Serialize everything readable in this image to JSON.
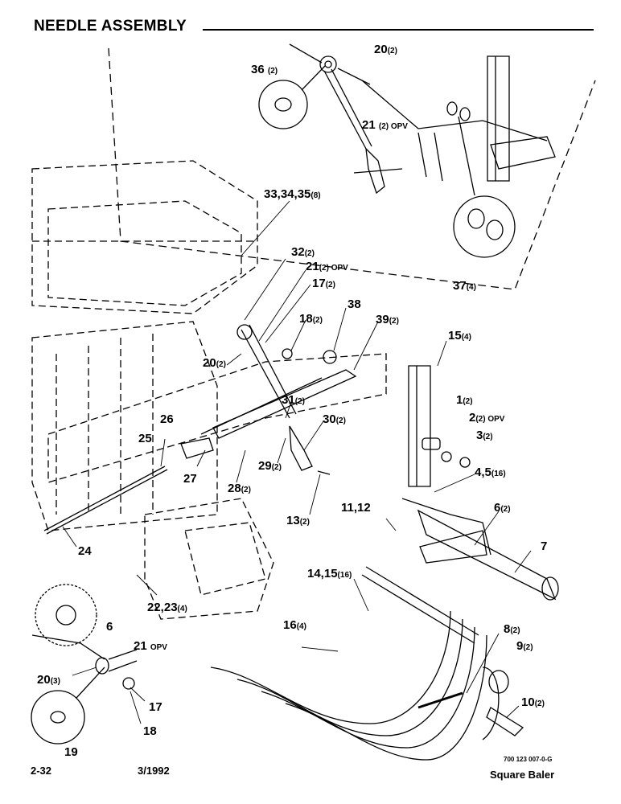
{
  "header": {
    "title": "NEEDLE ASSEMBLY"
  },
  "callouts": [
    {
      "num": "36",
      "qty": "(2)"
    },
    {
      "num": "20",
      "qty": "(2)"
    },
    {
      "num": "21",
      "qty": "(2) OPV"
    },
    {
      "num": "33,34,35",
      "qty": "(8)"
    },
    {
      "num": "37",
      "qty": "(4)"
    },
    {
      "num": "32",
      "qty": "(2)"
    },
    {
      "num": "21",
      "qty": "(2) OPV"
    },
    {
      "num": "17",
      "qty": "(2)"
    },
    {
      "num": "18",
      "qty": "(2)"
    },
    {
      "num": "38",
      "qty": ""
    },
    {
      "num": "39",
      "qty": "(2)"
    },
    {
      "num": "15",
      "qty": "(4)"
    },
    {
      "num": "20",
      "qty": "(2)"
    },
    {
      "num": "1",
      "qty": "(2)"
    },
    {
      "num": "31",
      "qty": "(2)"
    },
    {
      "num": "2",
      "qty": "(2) OPV"
    },
    {
      "num": "26",
      "qty": ""
    },
    {
      "num": "30",
      "qty": "(2)"
    },
    {
      "num": "3",
      "qty": "(2)"
    },
    {
      "num": "25",
      "qty": ""
    },
    {
      "num": "29",
      "qty": "(2)"
    },
    {
      "num": "4,5",
      "qty": "(16)"
    },
    {
      "num": "27",
      "qty": ""
    },
    {
      "num": "28",
      "qty": "(2)"
    },
    {
      "num": "13",
      "qty": "(2)"
    },
    {
      "num": "11,12",
      "qty": ""
    },
    {
      "num": "6",
      "qty": "(2)"
    },
    {
      "num": "24",
      "qty": ""
    },
    {
      "num": "7",
      "qty": ""
    },
    {
      "num": "14,15",
      "qty": "(16)"
    },
    {
      "num": "22,23",
      "qty": "(4)"
    },
    {
      "num": "16",
      "qty": "(4)"
    },
    {
      "num": "6",
      "qty": ""
    },
    {
      "num": "21",
      "qty": "OPV"
    },
    {
      "num": "8",
      "qty": "(2)"
    },
    {
      "num": "9",
      "qty": "(2)"
    },
    {
      "num": "20",
      "qty": "(3)"
    },
    {
      "num": "17",
      "qty": ""
    },
    {
      "num": "10",
      "qty": "(2)"
    },
    {
      "num": "18",
      "qty": ""
    },
    {
      "num": "19",
      "qty": ""
    }
  ],
  "footer": {
    "page": "2-32",
    "date": "3/1992",
    "doc_number": "700 123 007-0-G",
    "product": "Square Baler"
  }
}
